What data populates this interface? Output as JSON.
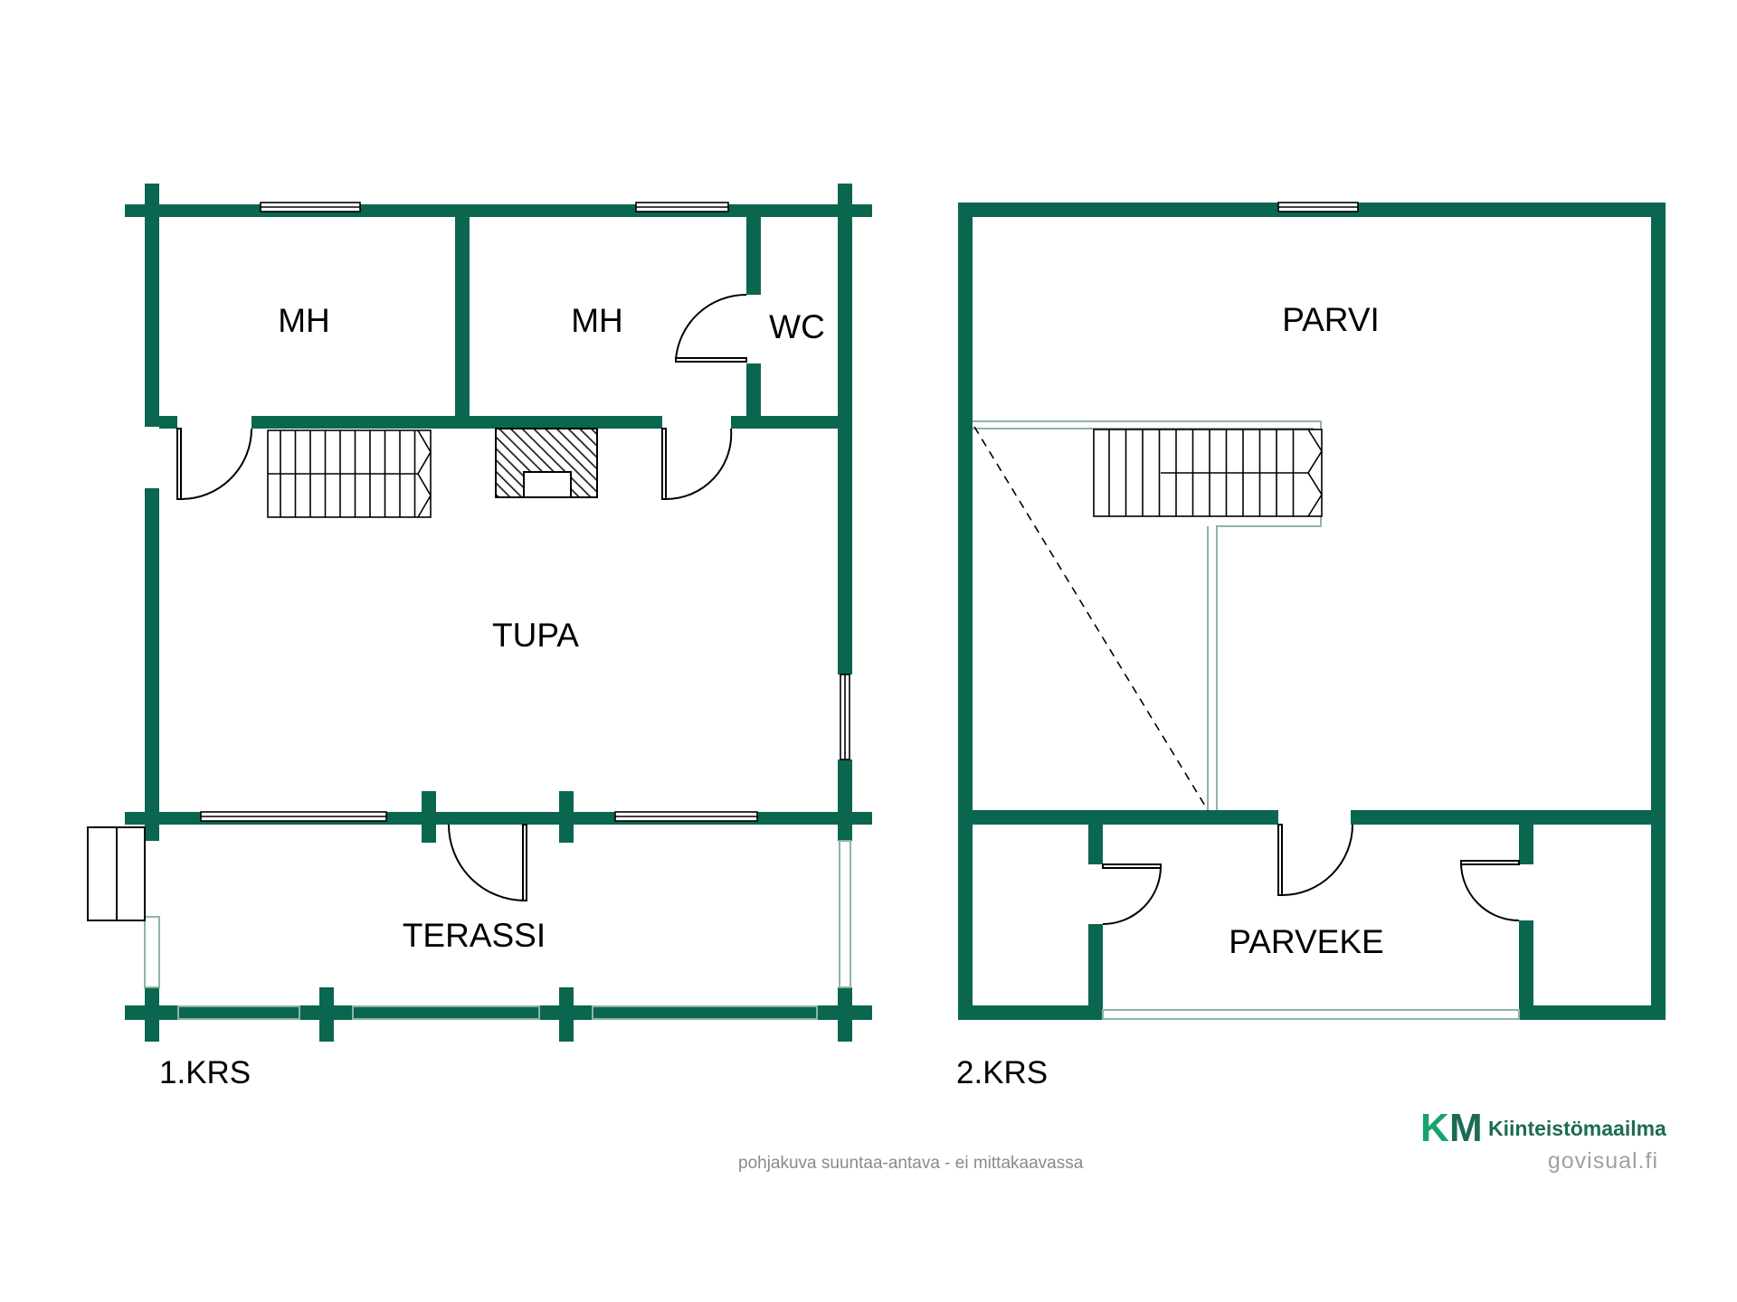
{
  "colors": {
    "wall": "#0b6650",
    "line": "#000000",
    "light_line": "#8fb3a6",
    "hatch": "#222222"
  },
  "floor1": {
    "label": "1.KRS",
    "rooms": {
      "mh1": "MH",
      "mh2": "MH",
      "wc": "WC",
      "tupa": "TUPA",
      "terassi": "TERASSI"
    }
  },
  "floor2": {
    "label": "2.KRS",
    "rooms": {
      "parvi": "PARVI",
      "parveke": "PARVEKE"
    }
  },
  "footer": {
    "disclaimer": "pohjakuva suuntaa-antava - ei mittakaavassa",
    "brand_k": "K",
    "brand_m": "M",
    "brand_name": "Kiinteistömaailma",
    "credit": "govisual.fi"
  }
}
